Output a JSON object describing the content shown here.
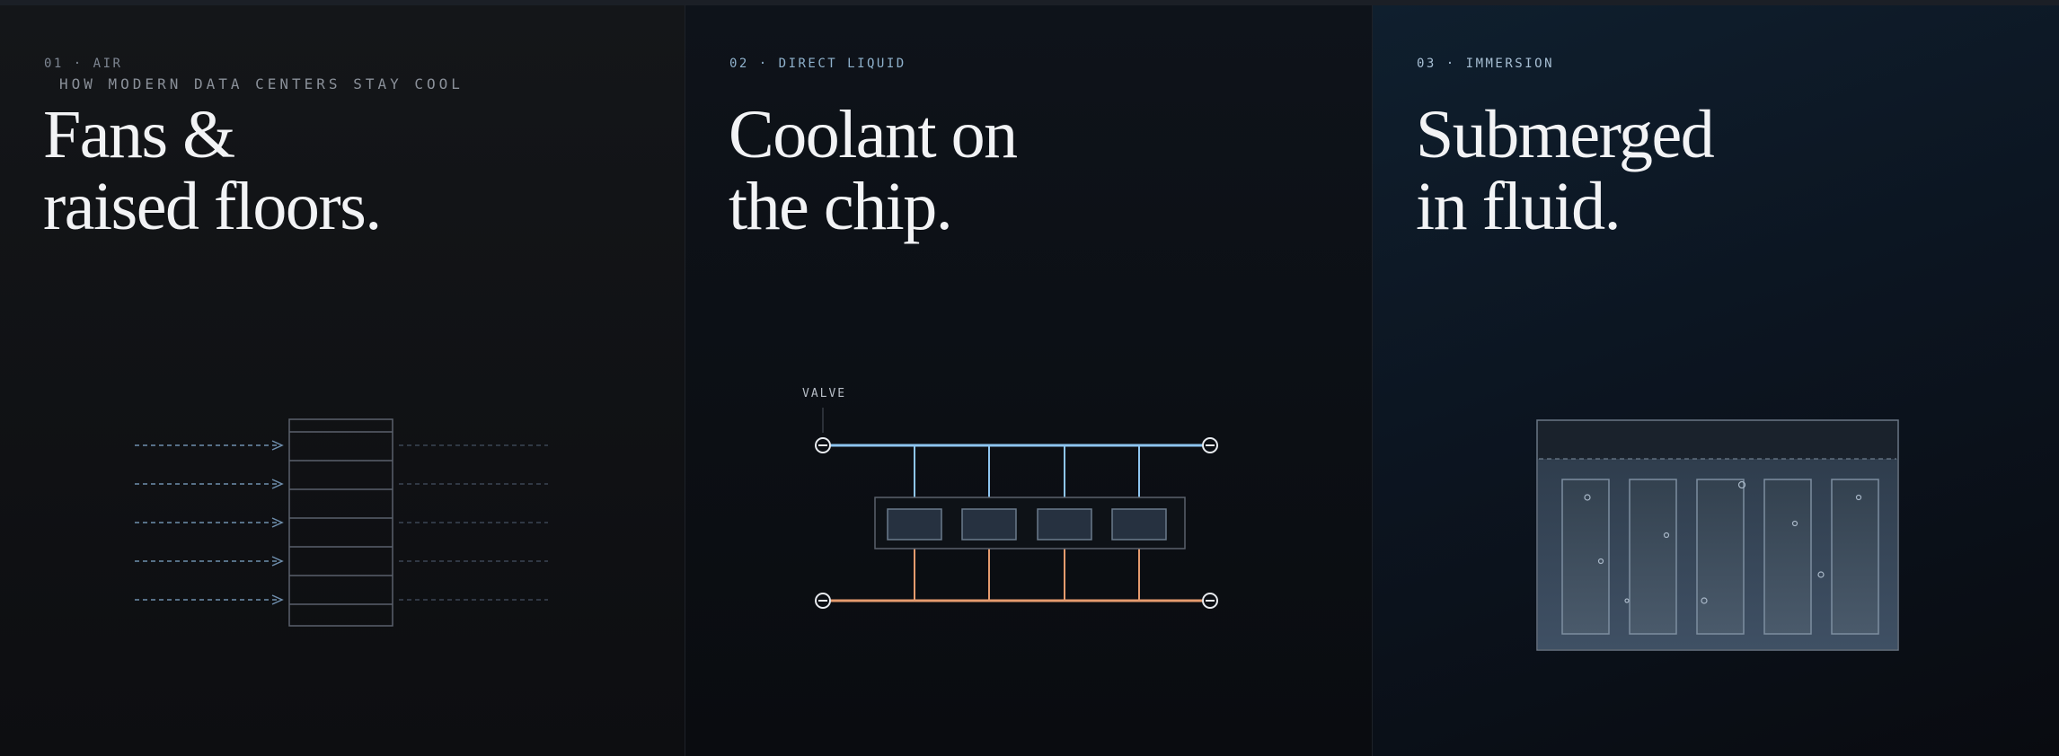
{
  "panels": [
    {
      "eyebrow": "01 · AIR",
      "subtitle": "HOW MODERN DATA CENTERS STAY COOL",
      "headline": [
        "Fans &",
        "raised floors."
      ]
    },
    {
      "eyebrow": "02 · DIRECT LIQUID",
      "headline": [
        "Coolant on",
        "the chip."
      ],
      "valve_label": "VALVE"
    },
    {
      "eyebrow": "03 · IMMERSION",
      "headline": [
        "Submerged",
        "in fluid."
      ]
    }
  ],
  "colors": {
    "airflow": "#6f8fae",
    "cold_line": "#8ec5f0",
    "hot_line": "#e59b6e",
    "outline": "#5a616c",
    "fluid": "#3a4a5c"
  },
  "icons": {
    "valve": "circle-minus-icon",
    "bubble": "circle-icon"
  }
}
